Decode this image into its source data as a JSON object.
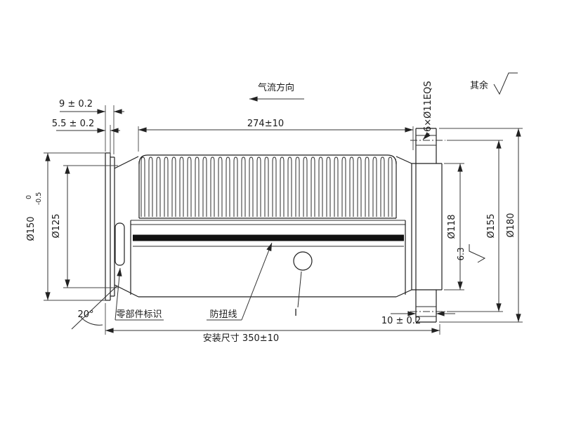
{
  "drawing": {
    "airflow": "气流方向",
    "surface_note": {
      "prefix": "其余",
      "roughness": "6.3"
    },
    "dims": {
      "bellows_length": "274±10",
      "flange_rib": "9 ± 0.2",
      "flange_step": "5.5 ± 0.2",
      "bolt_holes": "6×Ø11EQS",
      "d150": "Ø150",
      "d150_tol_up": "0",
      "d150_tol_low": "-0.5",
      "d125": "Ø125",
      "d118": "Ø118",
      "d155": "Ø155",
      "d180": "Ø180",
      "cone_angle": "20°",
      "flange_thickness": "10 ± 0.2",
      "install": "安装尺寸 350±10"
    },
    "callouts": {
      "part_id": "零部件标识",
      "anti_twist": "防扭线",
      "detail": "I"
    }
  }
}
